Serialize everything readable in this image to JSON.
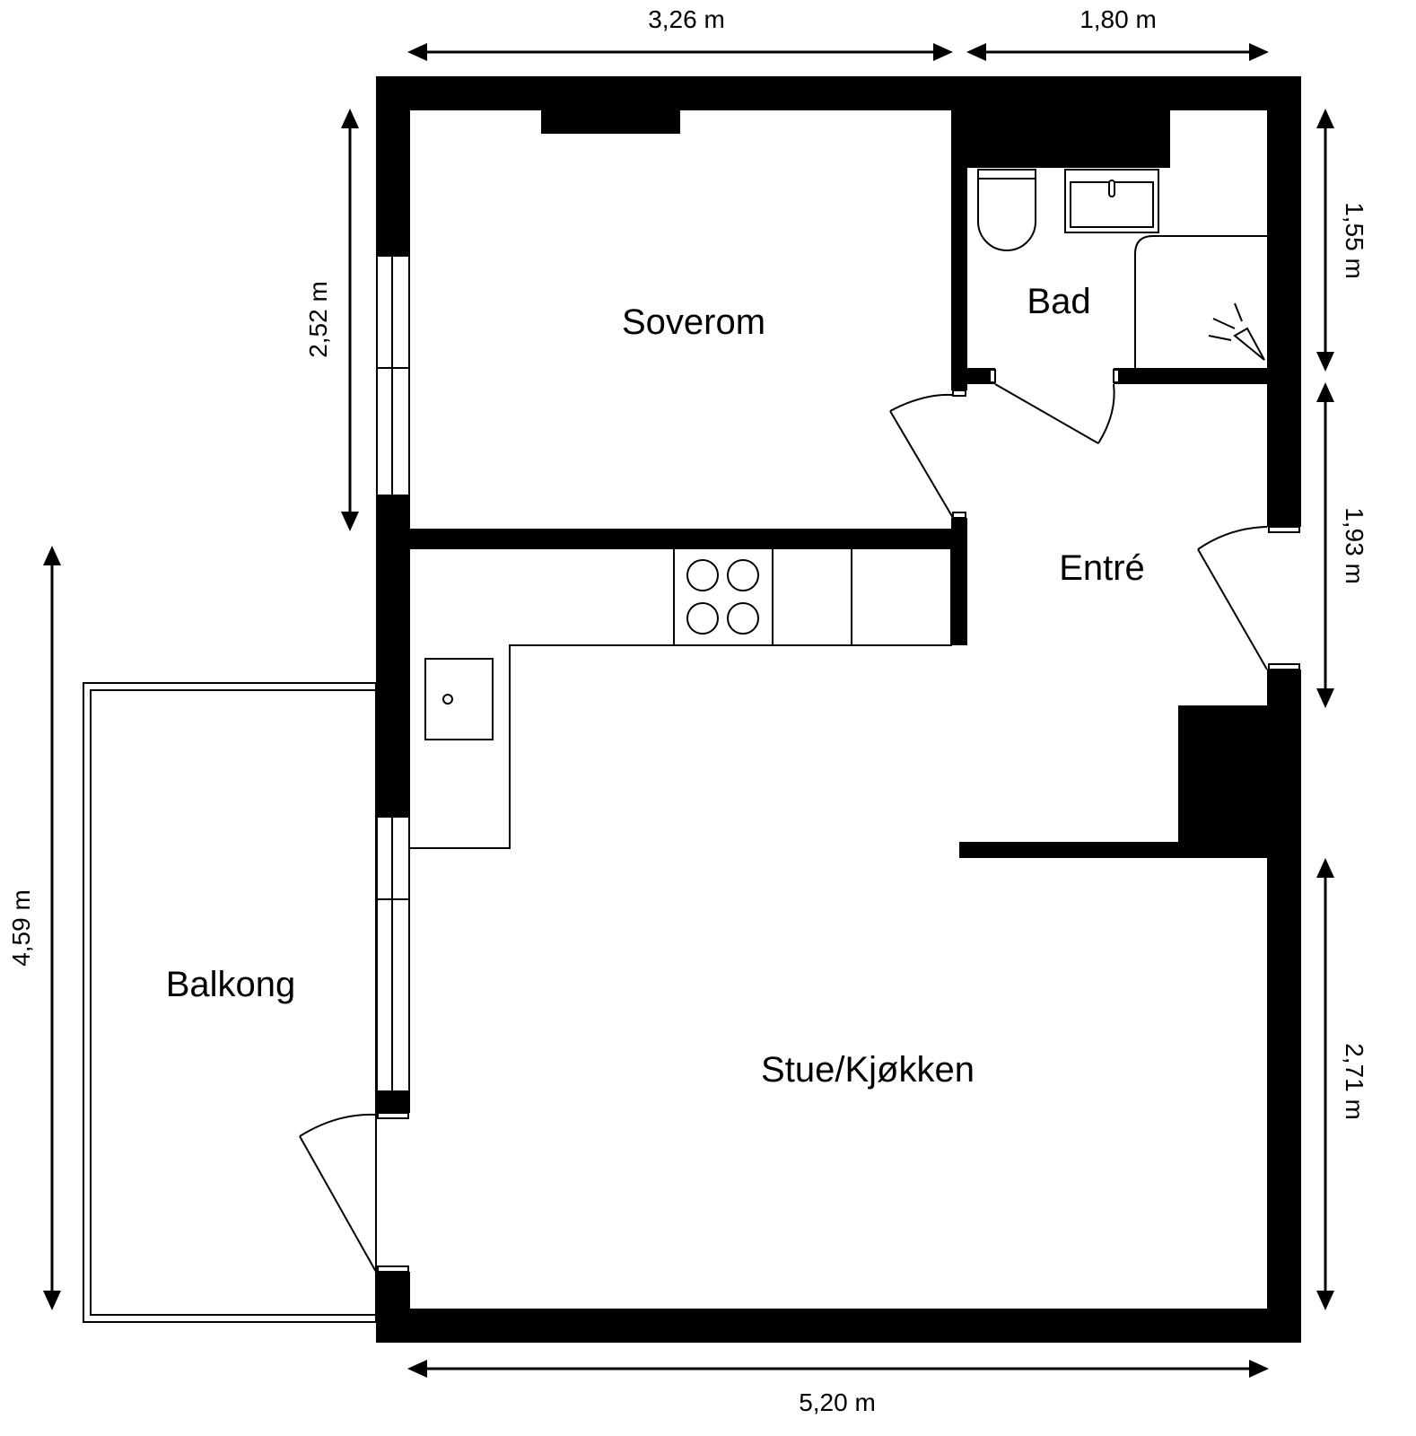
{
  "rooms": {
    "soverom": "Soverom",
    "bad": "Bad",
    "entre": "Entré",
    "stue_kjokken": "Stue/Kjøkken",
    "balkong": "Balkong"
  },
  "dimensions": {
    "top_left_width": "3,26 m",
    "top_right_width": "1,80 m",
    "bottom_width": "5,20 m",
    "left_bedroom_height": "2,52 m",
    "left_total_height": "4,59 m",
    "right_bathroom_height": "1,55 m",
    "right_entrance_height": "1,93 m",
    "right_living_height": "2,71 m"
  }
}
